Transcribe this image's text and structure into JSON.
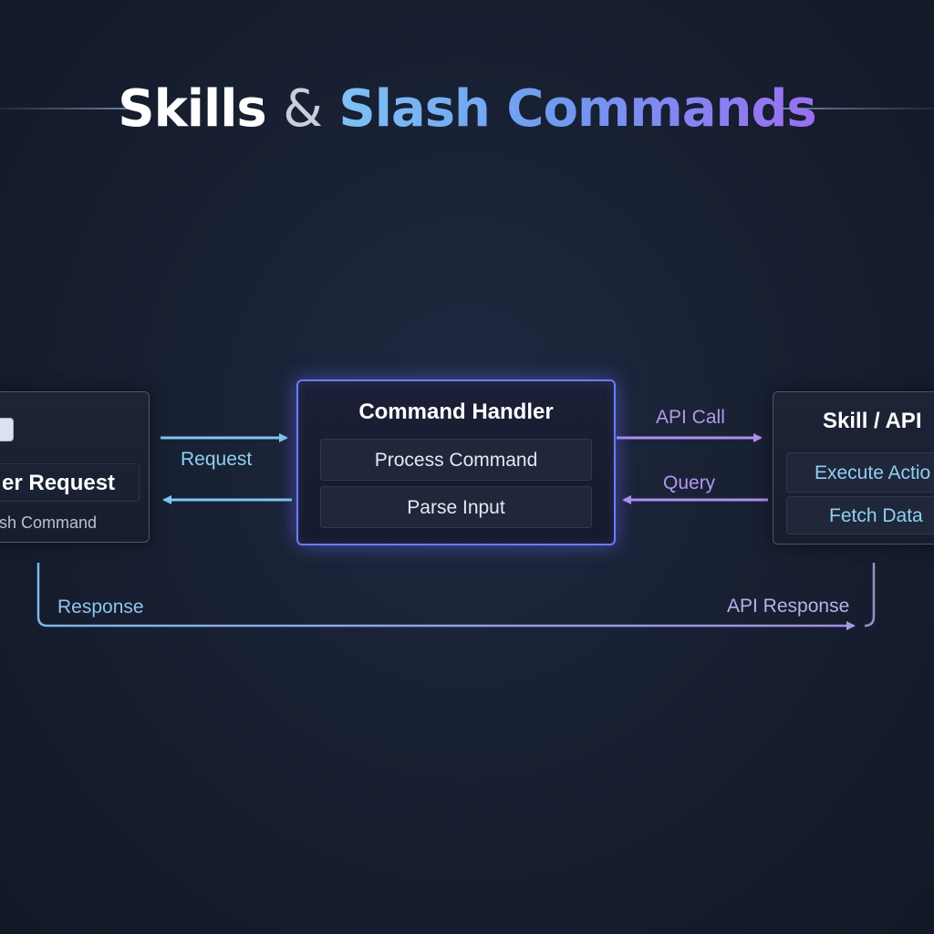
{
  "title": {
    "part1": "Skills",
    "amp": "&",
    "part2": "Slash Commands"
  },
  "user_box": {
    "title": "er Request",
    "subtitle": "sh Command"
  },
  "handler_box": {
    "title": "Command Handler",
    "items": [
      "Process Command",
      "Parse Input"
    ]
  },
  "skill_box": {
    "title": "Skill / API",
    "items": [
      "Execute Actio",
      "Fetch Data"
    ]
  },
  "edges": {
    "request": "Request",
    "api_call": "API Call",
    "query": "Query",
    "response": "Response",
    "api_response": "API Response"
  },
  "colors": {
    "background": "#182033",
    "cyan_arrow": "#7cc8ef",
    "purple_arrow": "#a887ea",
    "handler_border": "#6d7cf5",
    "response_line": "#8aa0e0"
  }
}
